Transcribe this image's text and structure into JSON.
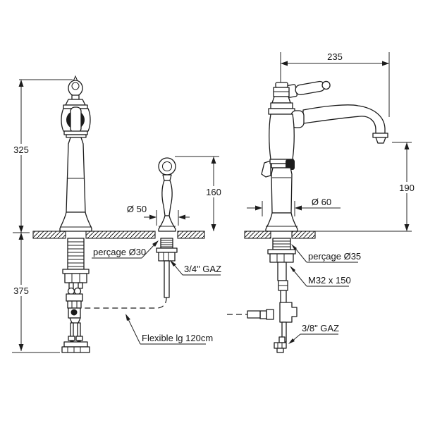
{
  "drawing": {
    "type": "faucet-installation-dimension-drawing",
    "line_color": "#1c1c1c",
    "background": "#ffffff",
    "dimensions": {
      "height_above_deck": "325",
      "depth_below_deck": "375",
      "handspray_height": "160",
      "spout_height": "190",
      "spout_reach": "235",
      "handspray_base_diameter": "Ø 50",
      "body_base_diameter": "Ø 60"
    },
    "annotations": {
      "front_hole": "perçage Ø30",
      "handspray_thread": "3/4\" GAZ",
      "hose": "Flexible lg 120cm",
      "side_hole": "perçage Ø35",
      "mounting_thread": "M32 x 150",
      "supply_thread": "3/8\" GAZ"
    }
  }
}
